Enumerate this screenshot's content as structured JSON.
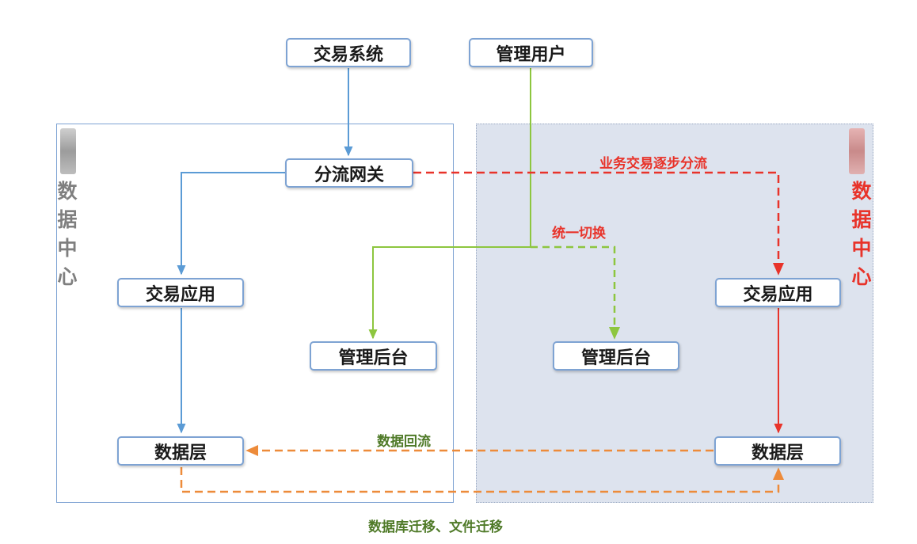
{
  "nodes": {
    "trading_system": "交易系统",
    "admin_user": "管理用户",
    "gateway": "分流网关",
    "trade_app_left": "交易应用",
    "admin_backend_left": "管理后台",
    "data_layer_left": "数据层",
    "trade_app_right": "交易应用",
    "admin_backend_right": "管理后台",
    "data_layer_right": "数据层"
  },
  "regions": {
    "left_label": "数据中心",
    "right_label": "数据中心"
  },
  "annotations": {
    "traffic_split": "业务交易逐步分流",
    "unified_switch": "统一切换",
    "data_backflow": "数据回流",
    "migration": "数据库迁移、文件迁移"
  },
  "colors": {
    "blue": "#5b9bd5",
    "green": "#8dc63f",
    "red": "#e8332a",
    "orange": "#ed8b3a",
    "dark_green_text": "#4f7a28",
    "left_label_gray": "#7f7f7f"
  }
}
